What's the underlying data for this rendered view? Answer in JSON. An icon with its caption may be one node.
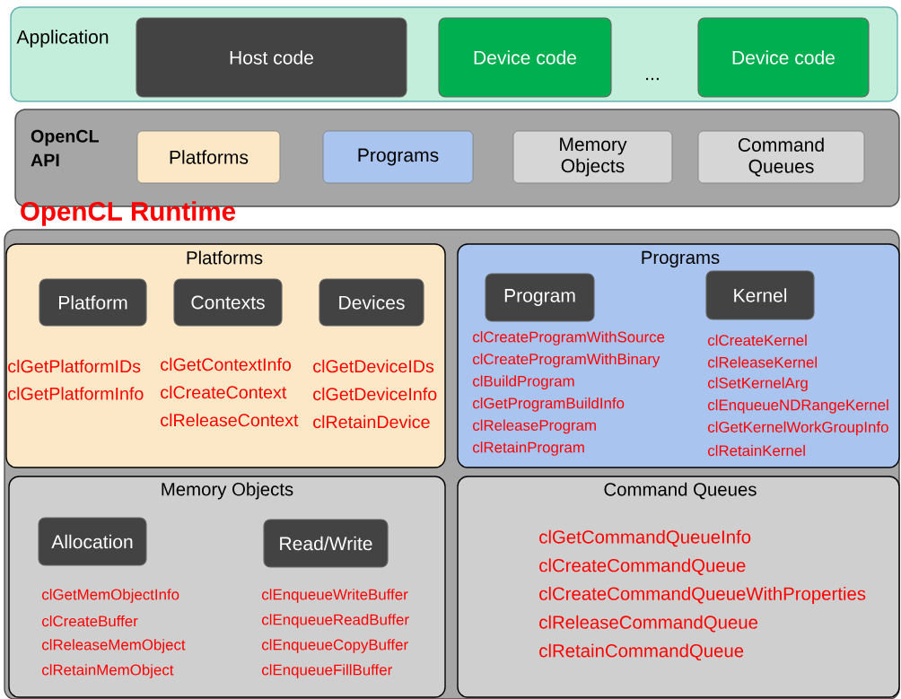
{
  "diagram": {
    "nodes": [
      {
        "text": [
          "Application"
        ]
      },
      {
        "text": [
          "Host code"
        ],
        "in": 0
      },
      {
        "text": [
          "Device code"
        ],
        "in": 0
      },
      {
        "text": [
          "Device code"
        ],
        "in": 0
      },
      {
        "text": [
          "OpenCL API"
        ]
      },
      {
        "text": [
          "Platforms"
        ],
        "in": 4
      },
      {
        "text": [
          "Programs"
        ],
        "in": 4
      },
      {
        "text": [
          "Memory Objects"
        ],
        "in": 4
      },
      {
        "text": [
          "Command Queues"
        ],
        "in": 4
      },
      {
        "text": [
          "OpenCL Runtime"
        ]
      },
      {
        "text": [
          "Platforms"
        ],
        "in": 9
      },
      {
        "text": [
          "Platform"
        ],
        "in": 10,
        "beside": [
          "clGetPlatformIDs",
          "clGetPlatformInfo"
        ]
      },
      {
        "text": [
          "Contexts"
        ],
        "in": 10,
        "beside": [
          "clGetContextInfo",
          "clCreateContext",
          "clReleaseContext"
        ]
      },
      {
        "text": [
          "Devices"
        ],
        "in": 10,
        "beside": [
          "clGetDeviceIDs",
          "clGetDeviceInfo",
          "clRetainDevice"
        ]
      },
      {
        "text": [
          "Programs"
        ],
        "in": 9
      },
      {
        "text": [
          "Program"
        ],
        "in": 14,
        "beside": [
          "clCreateProgramWithSource",
          "clCreateProgramWithBinary",
          "clBuildProgram",
          "clGetProgramBuildInfo",
          "clReleaseProgram",
          "clRetainProgram"
        ]
      },
      {
        "text": [
          "Kernel"
        ],
        "in": 14,
        "beside": [
          "clCreateKernel",
          "clReleaseKernel",
          "clSetKernelArg",
          "clEnqueueNDRangeKernel",
          "clGetKernelWorkGroupInfo",
          "clRetainKernel"
        ]
      },
      {
        "text": [
          "Memory Objects"
        ],
        "in": 9
      },
      {
        "text": [
          "Allocation"
        ],
        "in": 17,
        "beside": [
          "clGetMemObjectInfo",
          "clCreateBuffer",
          "clReleaseMemObject",
          "clRetainMemObject"
        ]
      },
      {
        "text": [
          "Read/Write"
        ],
        "in": 17,
        "beside": [
          "clEnqueueWriteBuffer",
          "clEnqueueReadBuffer",
          "clEnqueueCopyBuffer",
          "clEnqueueFillBuffer"
        ]
      },
      {
        "text": [
          "Command Queues",
          "clGetCommandQueueInfo",
          "clCreateCommandQueue",
          "clCreateCommandQueueWithProperties",
          "clReleaseCommandQueue",
          "clRetainCommandQueue"
        ],
        "in": 9
      }
    ],
    "labels": [
      "..."
    ]
  }
}
